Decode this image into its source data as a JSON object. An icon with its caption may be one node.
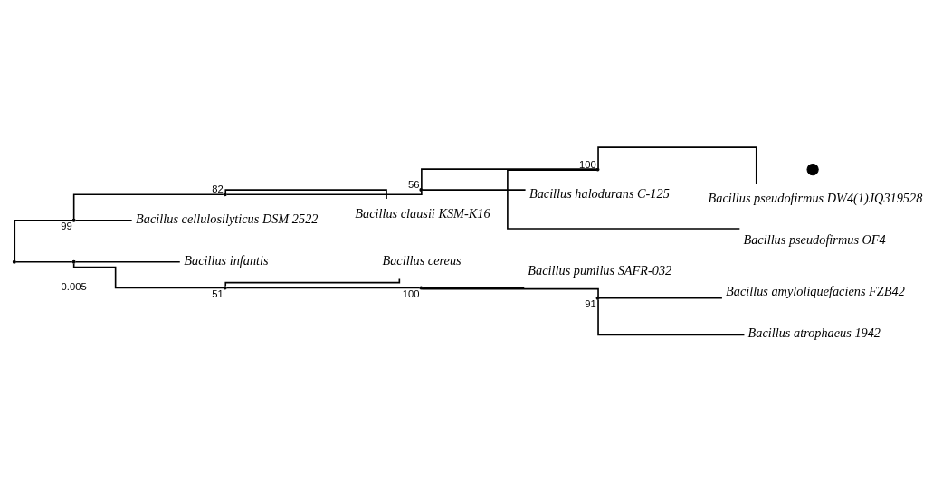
{
  "diagram": {
    "nodes": [
      {
        "text": [],
        "shape": "point"
      },
      {
        "text": [],
        "shape": "point",
        "beside": [
          "99"
        ]
      },
      {
        "text": [],
        "shape": "point",
        "beside": [
          "82"
        ]
      },
      {
        "text": [],
        "shape": "point",
        "beside": [
          "56"
        ]
      },
      {
        "text": [],
        "shape": "point",
        "beside": [
          "100"
        ]
      },
      {
        "text": [],
        "shape": "circle"
      },
      {
        "text": [
          "Bacillus pseudofirmus DW4(1)JQ319528"
        ]
      },
      {
        "text": [
          "Bacillus pseudofirmus OF4"
        ]
      },
      {
        "text": [
          "Bacillus halodurans C-125"
        ]
      },
      {
        "text": [
          "Bacillus clausii KSM-K16"
        ]
      },
      {
        "text": [
          "Bacillus cellulosilyticus DSM 2522"
        ]
      },
      {
        "text": [],
        "shape": "point"
      },
      {
        "text": [
          "Bacillus infantis"
        ]
      },
      {
        "text": [],
        "shape": "point",
        "beside": [
          "51"
        ]
      },
      {
        "text": [
          "Bacillus cereus"
        ]
      },
      {
        "text": [],
        "shape": "point",
        "beside": [
          "100"
        ]
      },
      {
        "text": [
          "Bacillus pumilus SAFR-032"
        ]
      },
      {
        "text": [],
        "shape": "point",
        "beside": [
          "91"
        ]
      },
      {
        "text": [
          "Bacillus amyloliquefaciens FZB42"
        ]
      },
      {
        "text": [
          "Bacillus atrophaeus 1942"
        ]
      }
    ],
    "edges": [
      {
        "from": 0,
        "to": 1,
        "arrow": "none"
      },
      {
        "from": 1,
        "to": 2,
        "arrow": "none"
      },
      {
        "from": 2,
        "to": 3,
        "arrow": "none"
      },
      {
        "from": 3,
        "to": 4,
        "arrow": "none"
      },
      {
        "from": 4,
        "to": 6,
        "arrow": "none"
      },
      {
        "from": 4,
        "to": 7,
        "arrow": "none"
      },
      {
        "from": 3,
        "to": 8,
        "arrow": "none"
      },
      {
        "from": 2,
        "to": 9,
        "arrow": "none"
      },
      {
        "from": 1,
        "to": 10,
        "arrow": "none"
      },
      {
        "from": 0,
        "to": 11,
        "arrow": "none"
      },
      {
        "from": 11,
        "to": 12,
        "arrow": "none"
      },
      {
        "from": 11,
        "to": 13,
        "arrow": "none"
      },
      {
        "from": 13,
        "to": 14,
        "arrow": "none"
      },
      {
        "from": 13,
        "to": 15,
        "arrow": "none"
      },
      {
        "from": 15,
        "to": 16,
        "arrow": "none"
      },
      {
        "from": 15,
        "to": 17,
        "arrow": "none"
      },
      {
        "from": 17,
        "to": 18,
        "arrow": "none"
      },
      {
        "from": 17,
        "to": 19,
        "arrow": "none"
      }
    ],
    "labels": [
      "0.005"
    ]
  }
}
